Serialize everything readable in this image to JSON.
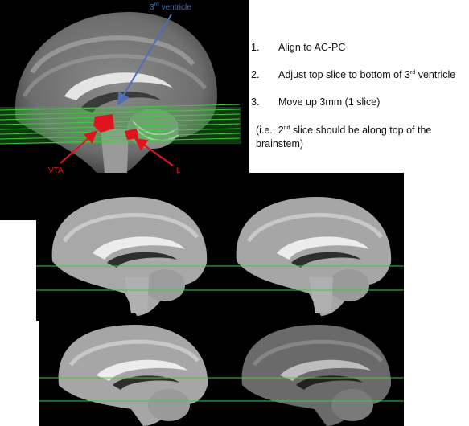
{
  "steps": [
    {
      "number": "1.",
      "text": "Align to AC-PC"
    },
    {
      "number": "2.",
      "text_before": "Adjust top slice to bottom of 3",
      "sup": "rd",
      "text_after": " ventricle"
    },
    {
      "number": "3.",
      "text": "Move up 3mm (1 slice)"
    }
  ],
  "note": {
    "text_before": "(i.e., 2",
    "sup": "nd",
    "text_after": " slice should be along top of the brainstem)"
  },
  "annotations": {
    "third_ventricle": {
      "before": "3",
      "sup": "rd",
      "after": " ventricle"
    },
    "vta": "VTA",
    "l": "L"
  },
  "colors": {
    "slice_line": "#3ecb3e",
    "region_red": "#e0141e",
    "arrow_blue": "#4e6fb4"
  }
}
